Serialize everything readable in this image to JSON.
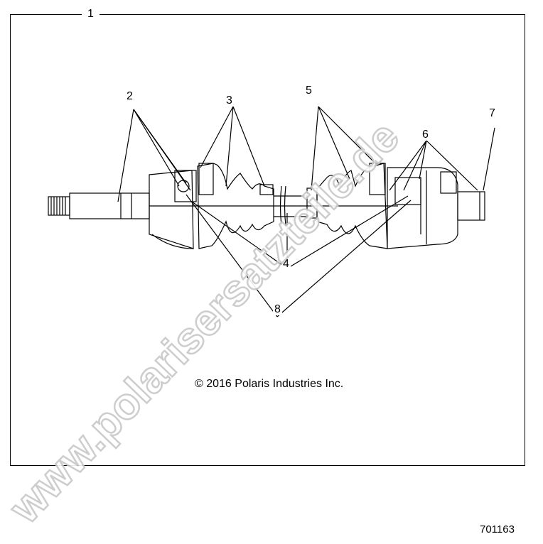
{
  "assembly_label": "1",
  "callouts": {
    "c2": "2",
    "c3": "3",
    "c4": "4",
    "c5": "5",
    "c6": "6",
    "c7": "7",
    "c8": "8"
  },
  "copyright": "© 2016 Polaris Industries Inc.",
  "part_number": "701163",
  "watermark": "www.polarisersatzteile.de"
}
